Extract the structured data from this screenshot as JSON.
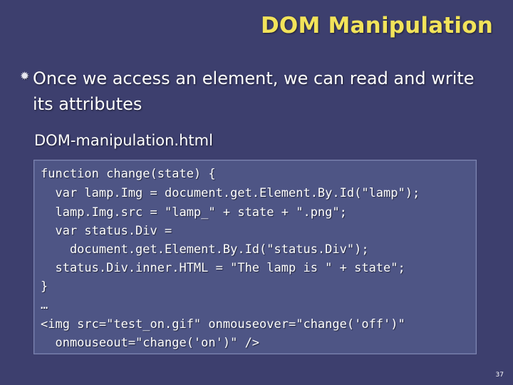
{
  "slide": {
    "title": "DOM Manipulation",
    "bullet": {
      "icon": "bullet-icon",
      "text": "Once we access an element, we can read and write its attributes"
    },
    "filename": "DOM-manipulation.html",
    "code_lines": [
      "function change(state) {",
      "  var lamp.Img = document.get.Element.By.Id(\"lamp\");",
      "  lamp.Img.src = \"lamp_\" + state + \".png\";",
      "  var status.Div =",
      "    document.get.Element.By.Id(\"status.Div\");",
      "  status.Div.inner.HTML = \"The lamp is \" + state\";",
      "}",
      "…",
      "<img src=\"test_on.gif\" onmouseover=\"change('off')\"",
      "  onmouseout=\"change('on')\" />"
    ],
    "page_number": "37",
    "colors": {
      "background": "#3d3f6e",
      "title": "#f2e35a",
      "code_box": "#4e5585",
      "text": "#ffffff"
    }
  }
}
